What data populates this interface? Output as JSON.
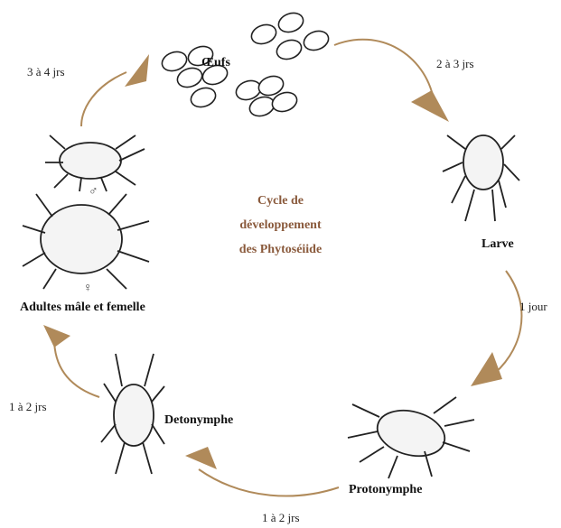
{
  "title_lines": [
    "Cycle de",
    "développement",
    "des Phytoséiide"
  ],
  "stages": {
    "eggs": "Œufs",
    "larva": "Larve",
    "protonymph": "Protonymphe",
    "deutonymph": "Detonymphe",
    "adults": "Adultes mâle et femelle"
  },
  "durations": {
    "eggs_to_larva": "2 à 3 jrs",
    "larva_to_protonymph": "1 jour",
    "protonymph_to_deutonymph": "1 à 2 jrs",
    "deutonymph_to_adults": "1 à 2 jrs",
    "adults_to_eggs": "3 à 4 jrs"
  },
  "symbols": {
    "male": "♂",
    "female": "♀"
  },
  "colors": {
    "arrow": "#b08a5a",
    "title": "#8a5a3c",
    "line": "#222222"
  }
}
